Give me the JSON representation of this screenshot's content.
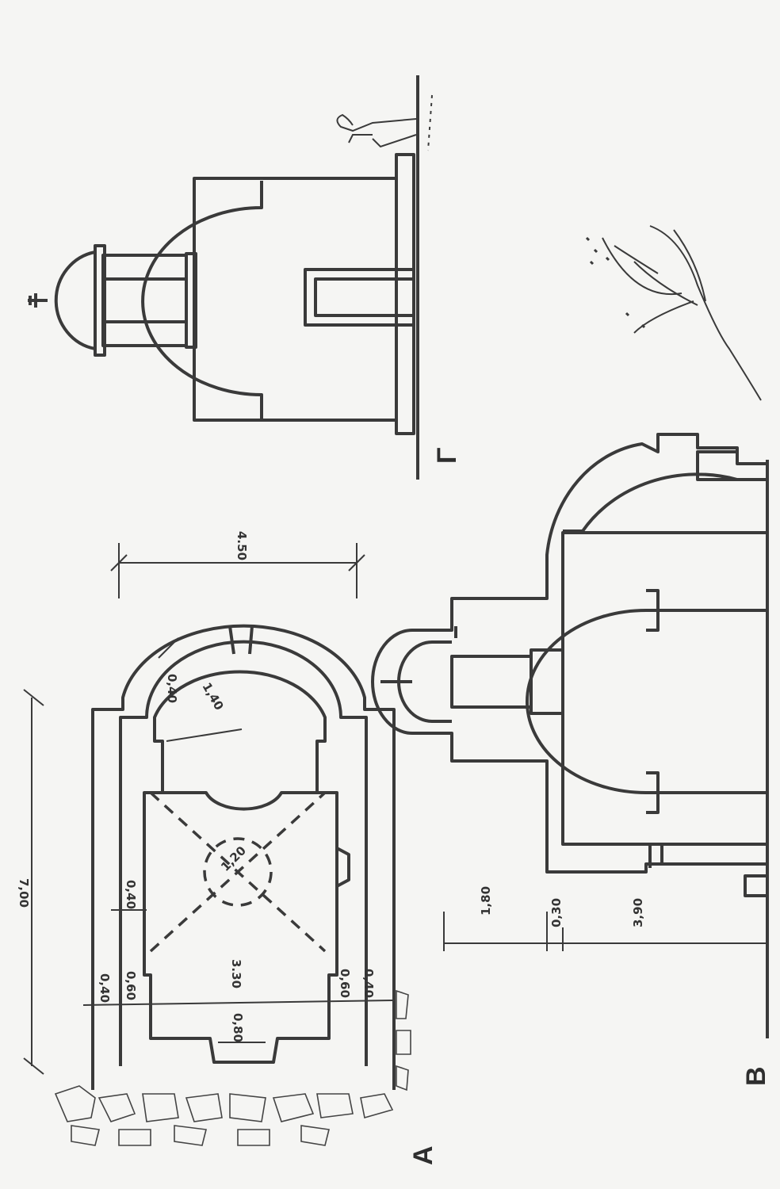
{
  "figure": {
    "plan": {
      "label": "A",
      "dimensions": {
        "overall_length": "7,00",
        "apse_radius": "1,40",
        "apse_wall": "0,40",
        "wall_left_outer": "0,40",
        "wall_left_inner": "0,60",
        "wall_left_step": "0,40",
        "nave_width": "3.30",
        "wall_right_inner": "0,60",
        "wall_right_outer": "0,40",
        "door_width": "0,80",
        "dome_diameter": "1,20"
      }
    },
    "section": {
      "label": "B",
      "dimensions": {
        "dome_height": "1,80",
        "cornice": "0,30",
        "wall_height": "3,90"
      }
    },
    "elevation": {
      "label": "Γ",
      "dimensions": {
        "width": "4.50"
      }
    }
  }
}
